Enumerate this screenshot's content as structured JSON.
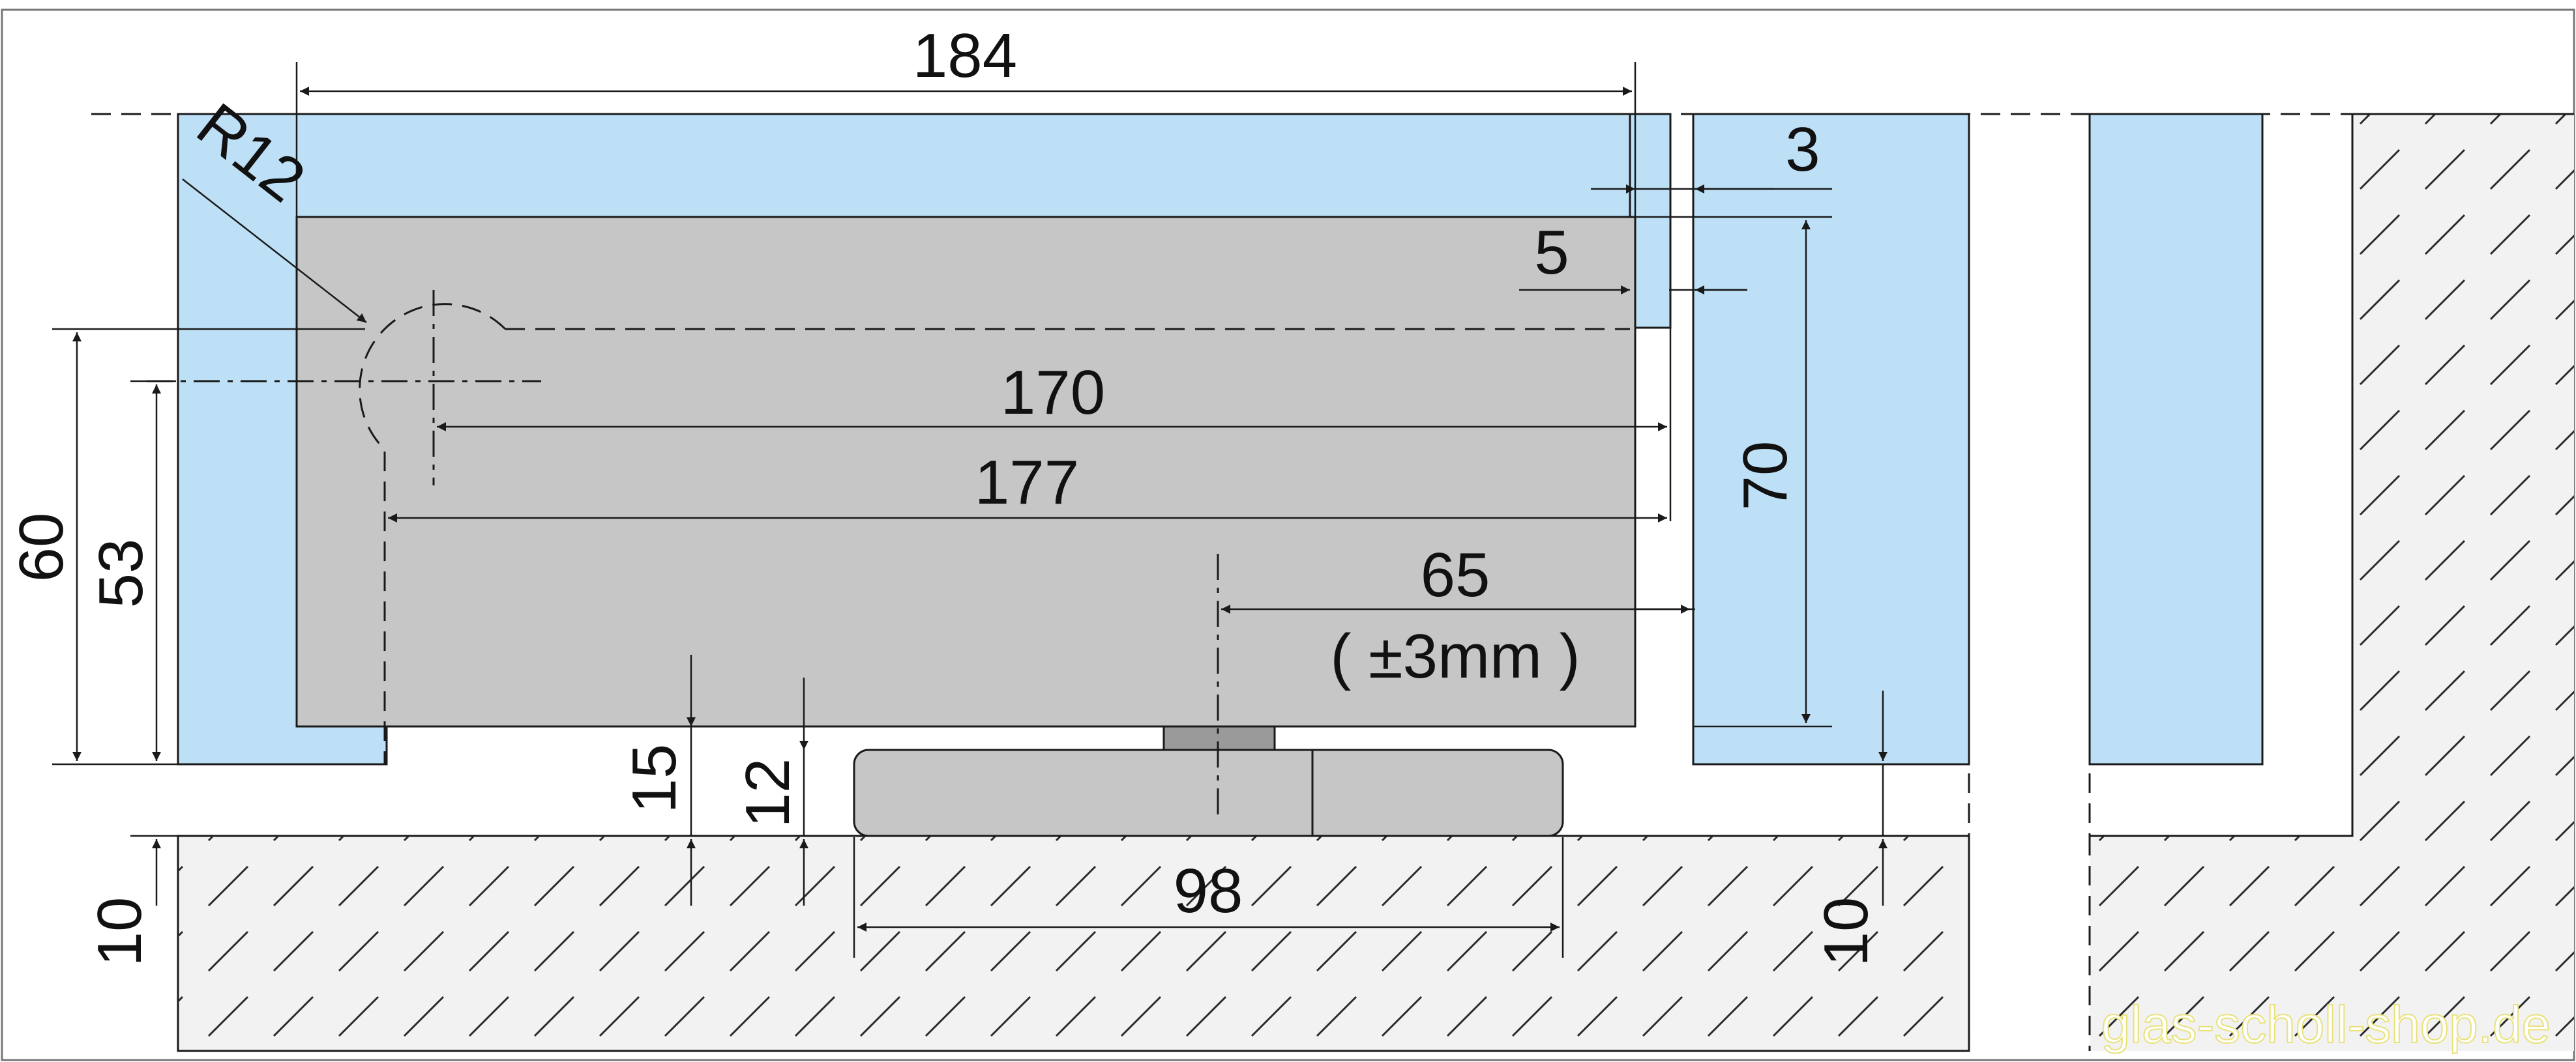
{
  "colors": {
    "glass": "#bee0f6",
    "fitting": "#c6c6c6",
    "floor": "#f2f2f2",
    "hatch": "#2a2a2a",
    "line": "#1a1a1a",
    "watermark": "#e9e27a"
  },
  "dimensions": {
    "d184": "184",
    "d3": "3",
    "d5": "5",
    "r12": "R12",
    "d170": "170",
    "d177": "177",
    "d70": "70",
    "d65": "65",
    "d65_tol": "( ±3mm )",
    "d60": "60",
    "d53": "53",
    "d15": "15",
    "d12": "12",
    "d10_left": "10",
    "d98": "98",
    "d10_right": "10"
  },
  "watermark": "glas-scholl-shop.de"
}
